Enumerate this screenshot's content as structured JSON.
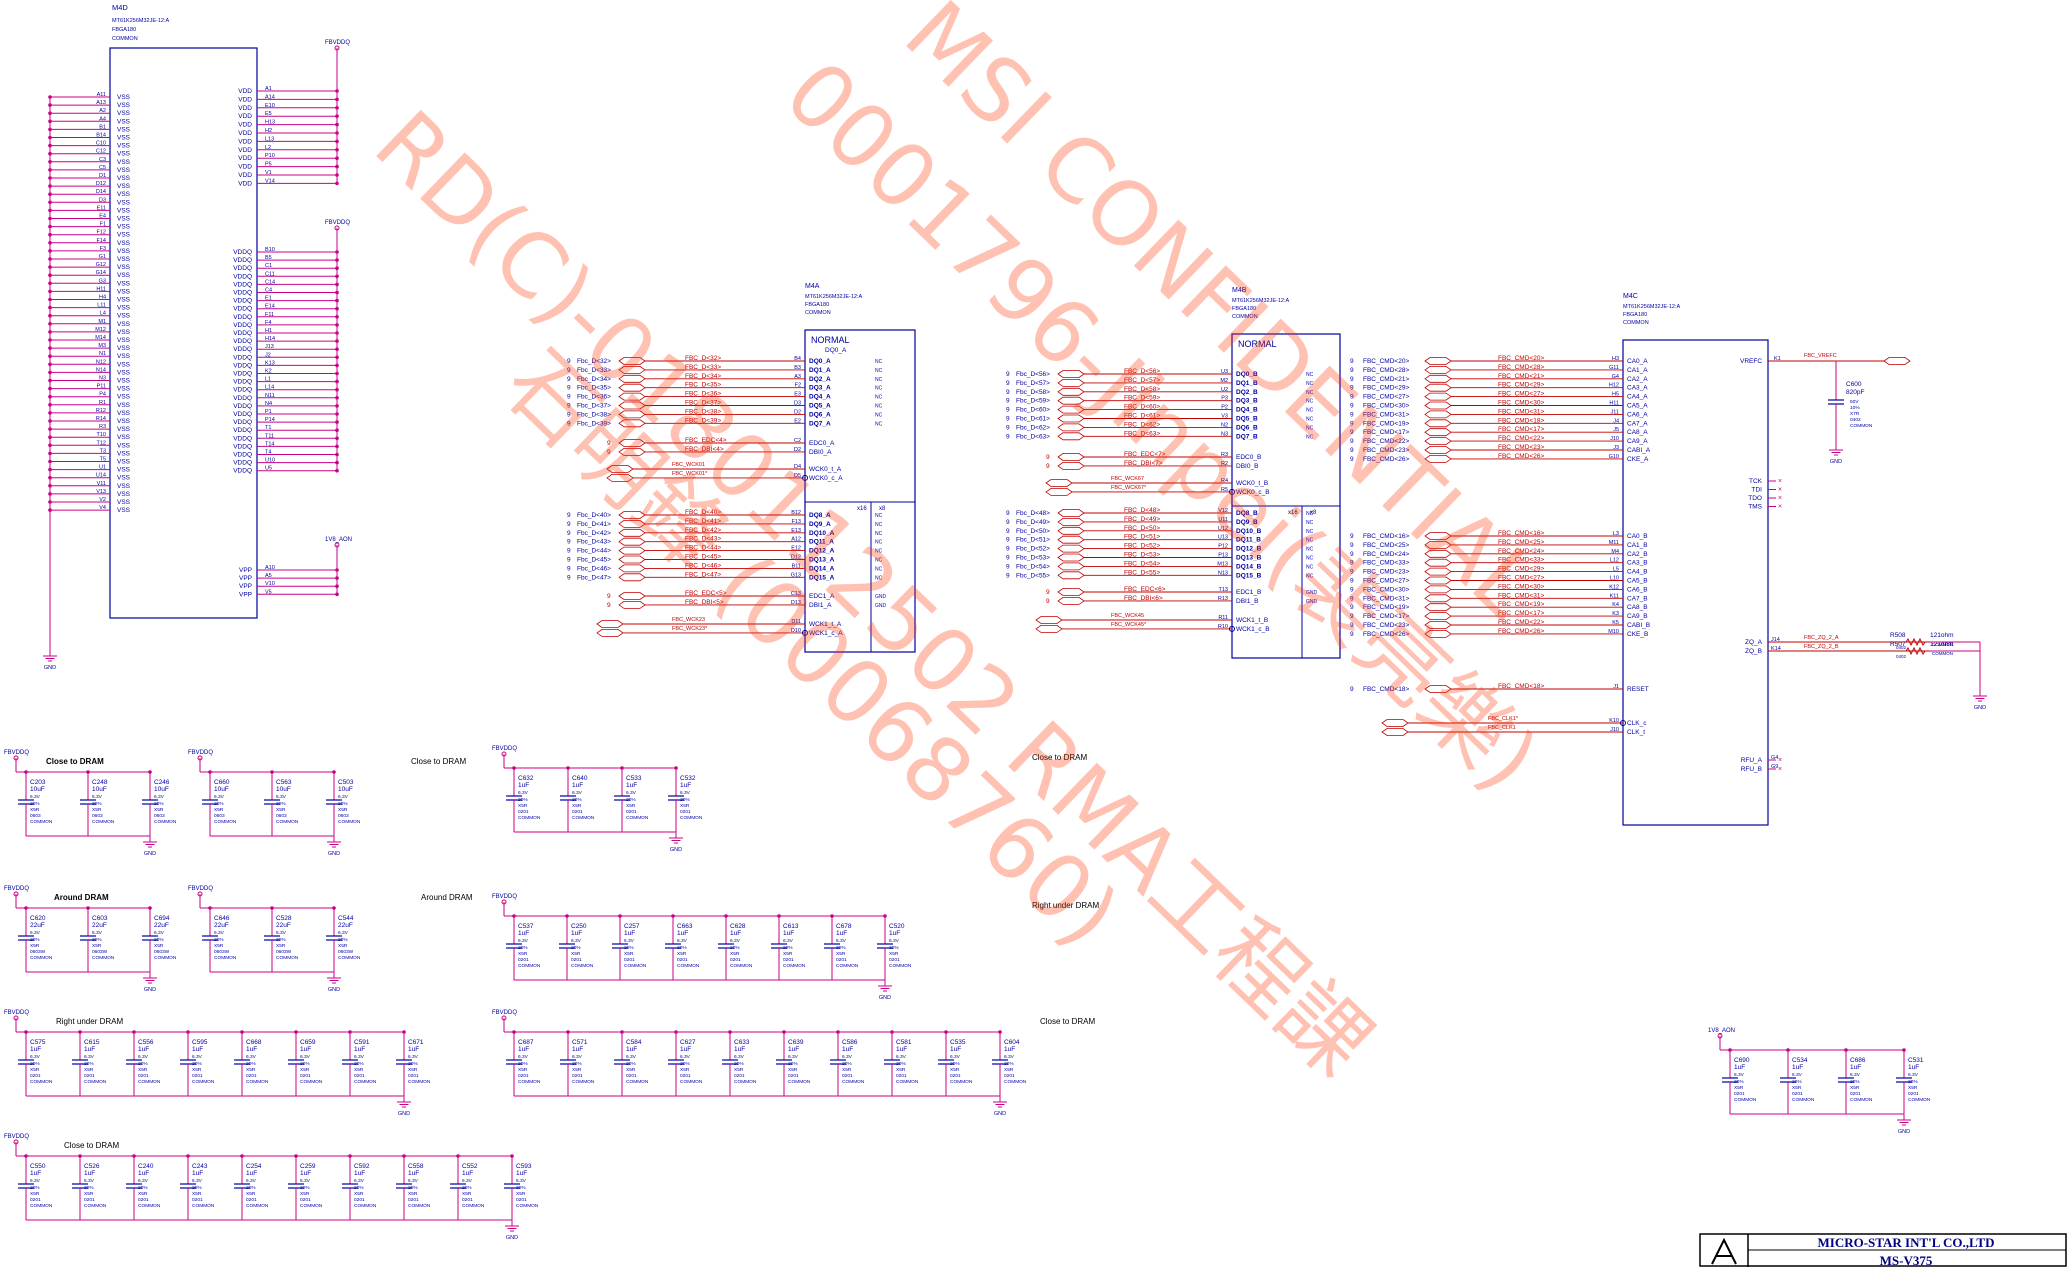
{
  "m4d": {
    "ref": "M4D",
    "part": "MT61K256M32JE-12:A",
    "pkg": "FBGA180",
    "common": "COMMON",
    "vss_balls": [
      "A11",
      "A13",
      "A2",
      "A4",
      "B1",
      "B14",
      "C10",
      "C12",
      "C3",
      "C5",
      "D1",
      "D12",
      "D14",
      "D3",
      "E11",
      "E4",
      "F1",
      "F12",
      "F14",
      "F3",
      "G1",
      "G12",
      "G14",
      "G3",
      "H11",
      "H4",
      "L11",
      "L4",
      "M1",
      "M12",
      "M14",
      "M3",
      "N1",
      "N12",
      "N14",
      "N3",
      "P11",
      "P4",
      "R1",
      "R12",
      "R14",
      "R3",
      "T10",
      "T12",
      "T3",
      "T5",
      "U1",
      "U14",
      "V11",
      "V13",
      "V2",
      "V4"
    ],
    "vss_name": "VSS",
    "vdd_balls": [
      "A1",
      "A14",
      "E10",
      "E5",
      "H13",
      "H2",
      "L13",
      "L2",
      "P10",
      "P5",
      "V1",
      "V14"
    ],
    "vdd_name": "VDD",
    "vddq_balls": [
      "B10",
      "B5",
      "C1",
      "C11",
      "C14",
      "C4",
      "E1",
      "E14",
      "F11",
      "F4",
      "H1",
      "H14",
      "J13",
      "J2",
      "K13",
      "K2",
      "L1",
      "L14",
      "N11",
      "N4",
      "P1",
      "P14",
      "T1",
      "T11",
      "T14",
      "T4",
      "U10",
      "U5"
    ],
    "vddq_name": "VDDQ",
    "vpp_balls": [
      "A10",
      "A5",
      "V10",
      "V5"
    ],
    "vpp_name": "VPP",
    "rail_fbvddq": "FBVDDQ",
    "rail_1v8": "1V8_AON",
    "gnd": "GND"
  },
  "m4a": {
    "ref": "M4A",
    "part": "MT61K256M32JE-12:A",
    "pkg": "FBGA180",
    "common": "COMMON",
    "mode": "NORMAL",
    "mode_pin": "DQ0_A",
    "x16": "x16",
    "x8": "x8",
    "nc": "NC",
    "gnd_pin": "GND",
    "group1": [
      {
        "net": "Fbc_D<32>",
        "lab": "FBC_D<32>",
        "ball": "B4",
        "pin": "DQ0_A"
      },
      {
        "net": "Fbc_D<33>",
        "lab": "FBC_D<33>",
        "ball": "B3",
        "pin": "DQ1_A"
      },
      {
        "net": "Fbc_D<34>",
        "lab": "FBC_D<34>",
        "ball": "A3",
        "pin": "DQ2_A"
      },
      {
        "net": "Fbc_D<35>",
        "lab": "FBC_D<35>",
        "ball": "F2",
        "pin": "DQ3_A"
      },
      {
        "net": "Fbc_D<36>",
        "lab": "FBC_D<36>",
        "ball": "E3",
        "pin": "DQ4_A"
      },
      {
        "net": "Fbc_D<37>",
        "lab": "FBC_D<37>",
        "ball": "D3",
        "pin": "DQ5_A"
      },
      {
        "net": "Fbc_D<38>",
        "lab": "FBC_D<38>",
        "ball": "D2",
        "pin": "DQ6_A"
      },
      {
        "net": "Fbc_D<39>",
        "lab": "FBC_D<39>",
        "ball": "E2",
        "pin": "DQ7_A"
      }
    ],
    "edc0": {
      "lab": "FBC_EDC<4>",
      "ball": "C2",
      "pin": "EDC0_A"
    },
    "dbi0": {
      "lab": "FBC_DBI<4>",
      "ball": "D2",
      "pin": "DBI0_A"
    },
    "wck0t": {
      "lab": "FBC_WCK01",
      "ball": "D4",
      "pin": "WCK0_t_A"
    },
    "wck0c": {
      "lab": "FBC_WCK01*",
      "ball": "D5",
      "pin": "WCK0_c_A"
    },
    "group2": [
      {
        "net": "Fbc_D<40>",
        "lab": "FBC_D<40>",
        "ball": "B12",
        "pin": "DQ8_A"
      },
      {
        "net": "Fbc_D<41>",
        "lab": "FBC_D<41>",
        "ball": "F13",
        "pin": "DQ9_A"
      },
      {
        "net": "Fbc_D<42>",
        "lab": "FBC_D<42>",
        "ball": "E13",
        "pin": "DQ10_A"
      },
      {
        "net": "Fbc_D<43>",
        "lab": "FBC_D<43>",
        "ball": "A12",
        "pin": "DQ11_A"
      },
      {
        "net": "Fbc_D<44>",
        "lab": "FBC_D<44>",
        "ball": "E12",
        "pin": "DQ12_A"
      },
      {
        "net": "Fbc_D<45>",
        "lab": "FBC_D<45>",
        "ball": "D12",
        "pin": "DQ13_A"
      },
      {
        "net": "Fbc_D<46>",
        "lab": "FBC_D<46>",
        "ball": "B11",
        "pin": "DQ14_A"
      },
      {
        "net": "Fbc_D<47>",
        "lab": "FBC_D<47>",
        "ball": "G13",
        "pin": "DQ15_A"
      }
    ],
    "edc1": {
      "lab": "FBC_EDC<5>",
      "ball": "C13",
      "pin": "EDC1_A"
    },
    "dbi1": {
      "lab": "FBC_DBI<5>",
      "ball": "D13",
      "pin": "DBI1_A"
    },
    "wck1t": {
      "lab": "FBC_WCK23",
      "ball": "D11",
      "pin": "WCK1_t_A"
    },
    "wck1c": {
      "lab": "FBC_WCK23*",
      "ball": "D10",
      "pin": "WCK1_c_A"
    }
  },
  "m4b": {
    "ref": "M4B",
    "part": "MT61K256M32JE-12:A",
    "pkg": "FBGA180",
    "common": "COMMON",
    "mode": "NORMAL",
    "x16": "x16",
    "x8": "x8",
    "nc": "NC",
    "gnd_pin": "GND",
    "group1": [
      {
        "net": "Fbc_D<56>",
        "lab": "FBC_D<56>",
        "ball": "U3",
        "pin": "DQ0_B"
      },
      {
        "net": "Fbc_D<57>",
        "lab": "FBC_D<57>",
        "ball": "M2",
        "pin": "DQ1_B"
      },
      {
        "net": "Fbc_D<58>",
        "lab": "FBC_D<58>",
        "ball": "U2",
        "pin": "DQ2_B"
      },
      {
        "net": "Fbc_D<59>",
        "lab": "FBC_D<59>",
        "ball": "P3",
        "pin": "DQ3_B"
      },
      {
        "net": "Fbc_D<60>",
        "lab": "FBC_D<60>",
        "ball": "P2",
        "pin": "DQ4_B"
      },
      {
        "net": "Fbc_D<61>",
        "lab": "FBC_D<61>",
        "ball": "V3",
        "pin": "DQ5_B"
      },
      {
        "net": "Fbc_D<62>",
        "lab": "FBC_D<62>",
        "ball": "N2",
        "pin": "DQ6_B"
      },
      {
        "net": "Fbc_D<63>",
        "lab": "FBC_D<63>",
        "ball": "N3",
        "pin": "DQ7_B"
      }
    ],
    "edc0": {
      "lab": "FBC_EDC<7>",
      "ball": "R3",
      "pin": "EDC0_B"
    },
    "dbi0": {
      "lab": "FBC_DBI<7>",
      "ball": "R2",
      "pin": "DBI0_B"
    },
    "wck0t": {
      "lab": "FBC_WCK67",
      "ball": "R4",
      "pin": "WCK0_t_B"
    },
    "wck0c": {
      "lab": "FBC_WCK67*",
      "ball": "R5",
      "pin": "WCK0_c_B"
    },
    "group2": [
      {
        "net": "Fbc_D<48>",
        "lab": "FBC_D<48>",
        "ball": "V12",
        "pin": "DQ8_B"
      },
      {
        "net": "Fbc_D<49>",
        "lab": "FBC_D<49>",
        "ball": "U11",
        "pin": "DQ9_B"
      },
      {
        "net": "Fbc_D<50>",
        "lab": "FBC_D<50>",
        "ball": "U12",
        "pin": "DQ10_B"
      },
      {
        "net": "Fbc_D<51>",
        "lab": "FBC_D<51>",
        "ball": "U13",
        "pin": "DQ11_B"
      },
      {
        "net": "Fbc_D<52>",
        "lab": "FBC_D<52>",
        "ball": "P12",
        "pin": "DQ12_B"
      },
      {
        "net": "Fbc_D<53>",
        "lab": "FBC_D<53>",
        "ball": "P13",
        "pin": "DQ13_B"
      },
      {
        "net": "Fbc_D<54>",
        "lab": "FBC_D<54>",
        "ball": "M13",
        "pin": "DQ14_B"
      },
      {
        "net": "Fbc_D<55>",
        "lab": "FBC_D<55>",
        "ball": "N13",
        "pin": "DQ15_B"
      }
    ],
    "edc1": {
      "lab": "FBC_EDC<6>",
      "ball": "T13",
      "pin": "EDC1_B"
    },
    "dbi1": {
      "lab": "FBC_DBI<6>",
      "ball": "R13",
      "pin": "DBI1_B"
    },
    "wck1t": {
      "lab": "FBC_WCK45",
      "ball": "R11",
      "pin": "WCK1_t_B"
    },
    "wck1c": {
      "lab": "FBC_WCK45*",
      "ball": "R10",
      "pin": "WCK1_c_B"
    }
  },
  "m4c": {
    "ref": "M4C",
    "part": "MT61K256M32JE-12:A",
    "pkg": "FBGA180",
    "common": "COMMON",
    "cmd_a": [
      {
        "net": "FBC_CMD<20>",
        "lab": "FBC_CMD<20>",
        "ball": "H3",
        "pin": "CA0_A"
      },
      {
        "net": "FBC_CMD<28>",
        "lab": "FBC_CMD<28>",
        "ball": "G11",
        "pin": "CA1_A"
      },
      {
        "net": "FBC_CMD<21>",
        "lab": "FBC_CMD<21>",
        "ball": "G4",
        "pin": "CA2_A"
      },
      {
        "net": "FBC_CMD<29>",
        "lab": "FBC_CMD<29>",
        "ball": "H12",
        "pin": "CA3_A"
      },
      {
        "net": "FBC_CMD<27>",
        "lab": "FBC_CMD<27>",
        "ball": "H5",
        "pin": "CA4_A"
      },
      {
        "net": "FBC_CMD<30>",
        "lab": "FBC_CMD<30>",
        "ball": "H11",
        "pin": "CA5_A"
      },
      {
        "net": "FBC_CMD<31>",
        "lab": "FBC_CMD<31>",
        "ball": "J11",
        "pin": "CA6_A"
      },
      {
        "net": "FBC_CMD<19>",
        "lab": "FBC_CMD<18>",
        "ball": "J4",
        "pin": "CA7_A"
      },
      {
        "net": "FBC_CMD<17>",
        "lab": "FBC_CMD<17>",
        "ball": "J5",
        "pin": "CA8_A"
      },
      {
        "net": "FBC_CMD<22>",
        "lab": "FBC_CMD<22>",
        "ball": "J10",
        "pin": "CA9_A"
      },
      {
        "net": "FBC_CMD<23>",
        "lab": "FBC_CMD<23>",
        "ball": "J3",
        "pin": "CABI_A"
      },
      {
        "net": "FBC_CMD<26>",
        "lab": "FBC_CMD<26>",
        "ball": "G10",
        "pin": "CKE_A"
      }
    ],
    "cmd_b": [
      {
        "net": "FBC_CMD<16>",
        "lab": "FBC_CMD<16>",
        "ball": "L3",
        "pin": "CA0_B"
      },
      {
        "net": "FBC_CMD<25>",
        "lab": "FBC_CMD<25>",
        "ball": "M11",
        "pin": "CA1_B"
      },
      {
        "net": "FBC_CMD<24>",
        "lab": "FBC_CMD<24>",
        "ball": "M4",
        "pin": "CA2_B"
      },
      {
        "net": "FBC_CMD<33>",
        "lab": "FBC_CMD<33>",
        "ball": "L12",
        "pin": "CA3_B"
      },
      {
        "net": "FBC_CMD<23>",
        "lab": "FBC_CMD<29>",
        "ball": "L5",
        "pin": "CA4_B"
      },
      {
        "net": "FBC_CMD<27>",
        "lab": "FBC_CMD<27>",
        "ball": "L10",
        "pin": "CA5_B"
      },
      {
        "net": "FBC_CMD<30>",
        "lab": "FBC_CMD<30>",
        "ball": "K12",
        "pin": "CA6_B"
      },
      {
        "net": "FBC_CMD<31>",
        "lab": "FBC_CMD<31>",
        "ball": "K11",
        "pin": "CA7_B"
      },
      {
        "net": "FBC_CMD<19>",
        "lab": "FBC_CMD<19>",
        "ball": "K4",
        "pin": "CA8_B"
      },
      {
        "net": "FBC_CMD<17>",
        "lab": "FBC_CMD<17>",
        "ball": "K3",
        "pin": "CA9_B"
      },
      {
        "net": "FBC_CMD<23>",
        "lab": "FBC_CMD<22>",
        "ball": "K5",
        "pin": "CABI_B"
      },
      {
        "net": "FBC_CMD<26>",
        "lab": "FBC_CMD<26>",
        "ball": "M10",
        "pin": "CKE_B"
      }
    ],
    "reset": {
      "net": "FBC_CMD<18>",
      "lab": "FBC_CMD<18>",
      "ball": "J1",
      "pin": "RESET"
    },
    "clkc": {
      "lab": "FBC_CLK1*",
      "ball": "K10",
      "pin": "CLK_c"
    },
    "clkt": {
      "lab": "FBC_CLK1",
      "ball": "J10",
      "pin": "CLK_t"
    },
    "vrefc": {
      "pin": "VREFC",
      "ball": "K1",
      "lab": "FBC_VREFC"
    },
    "tck": [
      "TCK",
      "TDI",
      "TDO",
      "TMS"
    ],
    "zq_a": {
      "pin": "ZQ_A",
      "ball": "J14",
      "lab": "FBC_ZQ_2_A"
    },
    "zq_b": {
      "pin": "ZQ_B",
      "ball": "K14",
      "lab": "FBC_ZQ_2_B"
    },
    "rfu_a": {
      "pin": "RFU_A",
      "ball": "G4"
    },
    "rfu_b": {
      "pin": "RFU_B",
      "ball": "G9"
    },
    "c600": {
      "ref": "C600",
      "val": "820pF",
      "lines": [
        "50V",
        "10%",
        "X7R",
        "0402",
        "COMMON"
      ]
    },
    "r508": {
      "ref": "R508",
      "val": "121ohm",
      "pkg": "0402",
      "c": "COMMON"
    },
    "r507": {
      "ref": "R507",
      "val": "121ohm",
      "pkg": "0402",
      "c": "COMMON"
    },
    "gnd": "GND"
  },
  "decoupling": [
    {
      "rail": "FBVDDQ",
      "title": "Close to DRAM",
      "caps": [
        {
          "ref": "C203",
          "val": "10uF",
          "pkg": "0603"
        },
        {
          "ref": "C248",
          "val": "10uF",
          "pkg": "0603"
        },
        {
          "ref": "C246",
          "val": "10uF",
          "pkg": "0603"
        }
      ]
    },
    {
      "rail": "FBVDDQ",
      "title": "Close to DRAM",
      "caps": [
        {
          "ref": "C660",
          "val": "10uF",
          "pkg": "0603"
        },
        {
          "ref": "C563",
          "val": "10uF",
          "pkg": "0603"
        },
        {
          "ref": "C503",
          "val": "10uF",
          "pkg": "0603"
        }
      ]
    },
    {
      "rail": "FBVDDQ",
      "title": "Close to DRAM",
      "caps": [
        {
          "ref": "C632",
          "val": "1uF",
          "pkg": "0201"
        },
        {
          "ref": "C640",
          "val": "1uF",
          "pkg": "0201"
        },
        {
          "ref": "C533",
          "val": "1uF",
          "pkg": "0201"
        },
        {
          "ref": "C532",
          "val": "1uF",
          "pkg": "0201"
        }
      ]
    },
    {
      "rail": "FBVDDQ",
      "title": "Around DRAM",
      "caps": [
        {
          "ref": "C620",
          "val": "22uF",
          "pkg": "0603W"
        },
        {
          "ref": "C603",
          "val": "22uF",
          "pkg": "0603W"
        },
        {
          "ref": "C694",
          "val": "22uF",
          "pkg": "0603W"
        }
      ]
    },
    {
      "rail": "FBVDDQ",
      "title": "Around DRAM",
      "caps": [
        {
          "ref": "C646",
          "val": "22uF",
          "pkg": "0603W"
        },
        {
          "ref": "C528",
          "val": "22uF",
          "pkg": "0603W"
        },
        {
          "ref": "C544",
          "val": "22uF",
          "pkg": "0603W"
        }
      ]
    },
    {
      "rail": "FBVDDQ",
      "title": "Right under DRAM",
      "caps": [
        {
          "ref": "C537",
          "val": "1uF",
          "pkg": "0201"
        },
        {
          "ref": "C250",
          "val": "1uF",
          "pkg": "0201"
        },
        {
          "ref": "C257",
          "val": "1uF",
          "pkg": "0201"
        },
        {
          "ref": "C663",
          "val": "1uF",
          "pkg": "0201"
        },
        {
          "ref": "C628",
          "val": "1uF",
          "pkg": "0201"
        },
        {
          "ref": "C613",
          "val": "1uF",
          "pkg": "0201"
        },
        {
          "ref": "C678",
          "val": "1uF",
          "pkg": "0201"
        },
        {
          "ref": "C520",
          "val": "1uF",
          "pkg": "0201"
        }
      ]
    },
    {
      "rail": "FBVDDQ",
      "title": "Right under DRAM",
      "caps": [
        {
          "ref": "C575",
          "val": "1uF",
          "pkg": "0201"
        },
        {
          "ref": "C615",
          "val": "1uF",
          "pkg": "0201"
        },
        {
          "ref": "C556",
          "val": "1uF",
          "pkg": "0201"
        },
        {
          "ref": "C595",
          "val": "1uF",
          "pkg": "0201"
        },
        {
          "ref": "C668",
          "val": "1uF",
          "pkg": "0201"
        },
        {
          "ref": "C659",
          "val": "1uF",
          "pkg": "0201"
        },
        {
          "ref": "C591",
          "val": "1uF",
          "pkg": "0201"
        },
        {
          "ref": "C671",
          "val": "1uF",
          "pkg": "0201"
        }
      ]
    },
    {
      "rail": "FBVDDQ",
      "title": "Close to DRAM",
      "caps": [
        {
          "ref": "C687",
          "val": "1uF",
          "pkg": "0201"
        },
        {
          "ref": "C571",
          "val": "1uF",
          "pkg": "0201"
        },
        {
          "ref": "C584",
          "val": "1uF",
          "pkg": "0201"
        },
        {
          "ref": "C627",
          "val": "1uF",
          "pkg": "0201"
        },
        {
          "ref": "C633",
          "val": "1uF",
          "pkg": "0201"
        },
        {
          "ref": "C639",
          "val": "1uF",
          "pkg": "0201"
        },
        {
          "ref": "C586",
          "val": "1uF",
          "pkg": "0201"
        },
        {
          "ref": "C581",
          "val": "1uF",
          "pkg": "0201"
        },
        {
          "ref": "C535",
          "val": "1uF",
          "pkg": "0201"
        },
        {
          "ref": "C604",
          "val": "1uF",
          "pkg": "0201"
        }
      ]
    },
    {
      "rail": "1V8_AON",
      "title": "",
      "caps": [
        {
          "ref": "C690",
          "val": "1uF",
          "pkg": "0201"
        },
        {
          "ref": "C534",
          "val": "1uF",
          "pkg": "0201"
        },
        {
          "ref": "C686",
          "val": "1uF",
          "pkg": "0201"
        },
        {
          "ref": "C531",
          "val": "1uF",
          "pkg": "0201"
        }
      ]
    },
    {
      "rail": "FBVDDQ",
      "title": "Close to DRAM",
      "caps": [
        {
          "ref": "C550",
          "val": "1uF",
          "pkg": "0201"
        },
        {
          "ref": "C526",
          "val": "1uF",
          "pkg": "0201"
        },
        {
          "ref": "C240",
          "val": "1uF",
          "pkg": "0201"
        },
        {
          "ref": "C243",
          "val": "1uF",
          "pkg": "0201"
        },
        {
          "ref": "C254",
          "val": "1uF",
          "pkg": "0201"
        },
        {
          "ref": "C259",
          "val": "1uF",
          "pkg": "0201"
        },
        {
          "ref": "C592",
          "val": "1uF",
          "pkg": "0201"
        },
        {
          "ref": "C558",
          "val": "1uF",
          "pkg": "0201"
        },
        {
          "ref": "C552",
          "val": "1uF",
          "pkg": "0201"
        },
        {
          "ref": "C593",
          "val": "1uF",
          "pkg": "0201"
        }
      ]
    }
  ],
  "cap_common": {
    "v": "6.3V",
    "tol": "20%",
    "diel": "X5R",
    "c": "COMMON"
  },
  "gnd": "GND",
  "title_block": {
    "company": "MICRO-STAR INT'L CO.,LTD",
    "model": "MS-V375"
  },
  "watermark": {
    "line1": "0001796-Jinpei(裴亮樂)",
    "line2": "MSI CONFIDENTIAL",
    "line3": "RD(C)-0180112502 RMA工程課",
    "line4": "石明鋒 (00068760)"
  },
  "colors": {
    "wire": "#0000a0",
    "net": "#c00000",
    "pin": "#cc0088",
    "body": "#0000a0",
    "text": "#0000a0",
    "watermark": "#ff2a00"
  }
}
